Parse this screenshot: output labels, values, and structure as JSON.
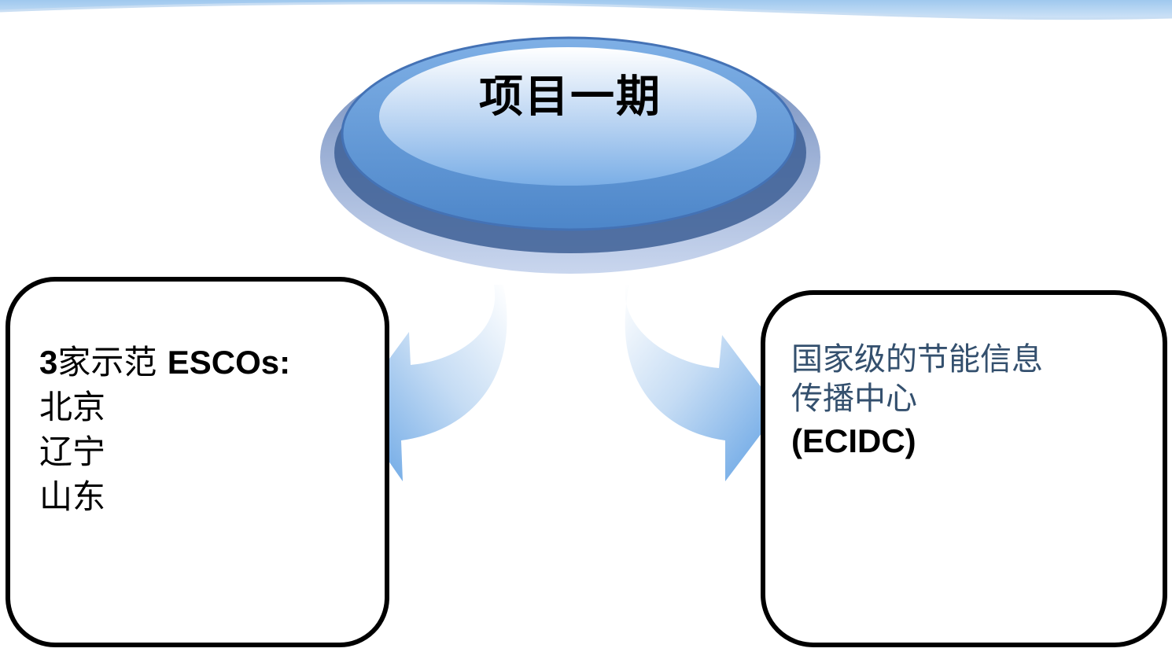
{
  "diagram": {
    "title": "项目一期",
    "left_box": {
      "number": "3",
      "heading_cn": "家示范",
      "heading_en": "ESCOs:",
      "cities": [
        "北京",
        "辽宁",
        "山东"
      ]
    },
    "right_box": {
      "line1": "国家级的节能信息",
      "line2": "传播中心",
      "abbr": "(ECIDC)"
    }
  },
  "colors": {
    "arrow_blue": "#6aaae6",
    "disc_blue": "#5b8fd0",
    "right_text": "#34506e"
  }
}
